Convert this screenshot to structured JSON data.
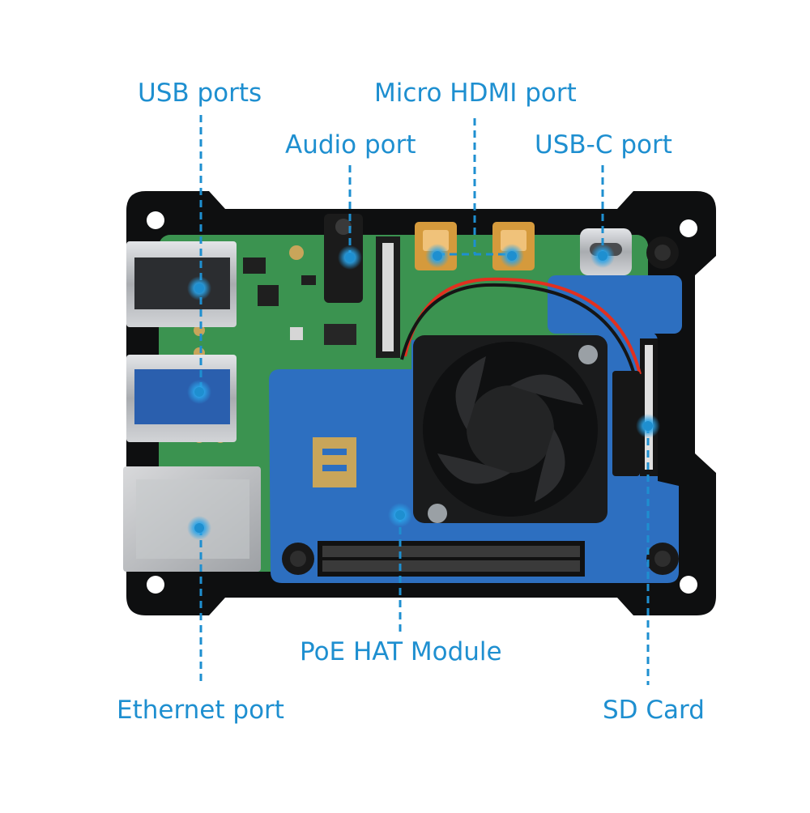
{
  "labels": {
    "usb_ports": "USB ports",
    "micro_hdmi_port": "Micro HDMI port",
    "audio_port": "Audio port",
    "usb_c_port": "USB-C port",
    "poe_hat_module": "PoE HAT Module",
    "ethernet_port": "Ethernet port",
    "sd_card": "SD Card"
  },
  "colors": {
    "label_blue": "#1e8fd0",
    "leader_line": "#1e8fd0",
    "marker_dot": "#2aa3e8",
    "case_black": "#0e0f10",
    "pcb_green": "#3f9a55",
    "hat_blue": "#2d6fc0",
    "fan_black": "#1a1b1c",
    "metal": "#b9bcc0",
    "gold": "#c8a55a"
  }
}
